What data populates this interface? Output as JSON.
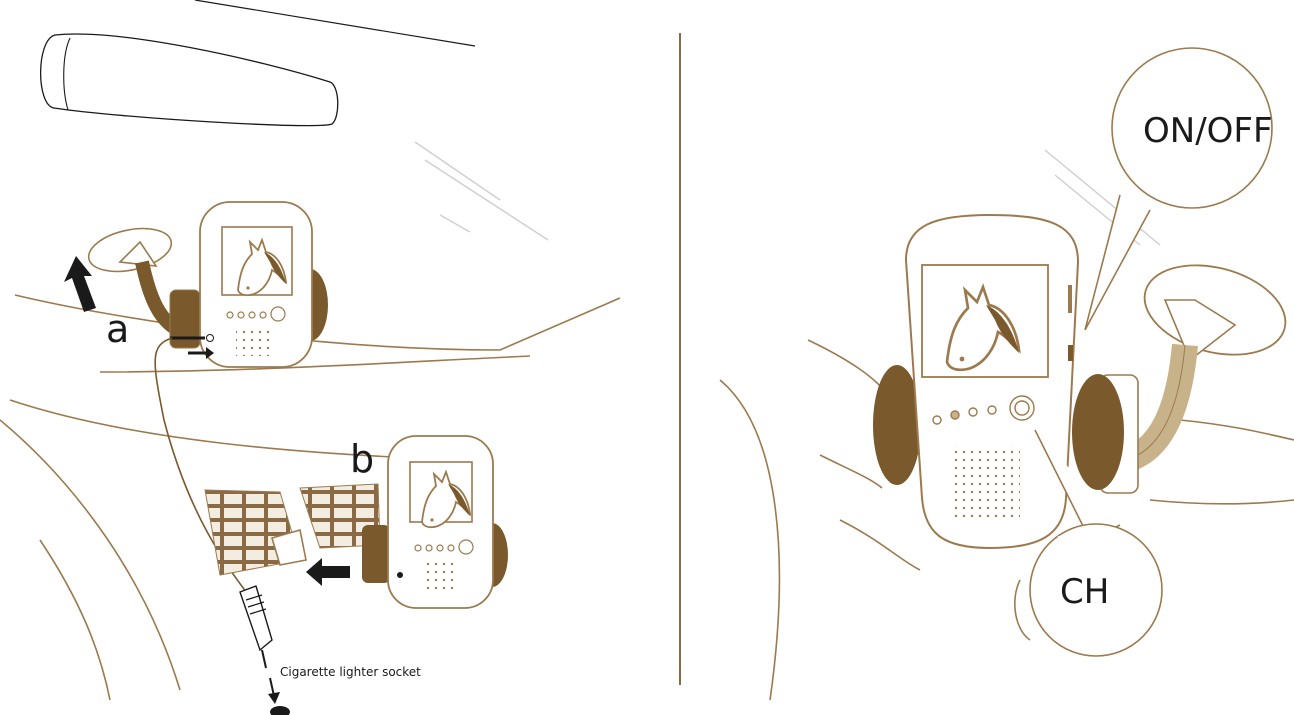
{
  "labels": {
    "a": "a",
    "b": "b",
    "cigarette_lighter": "Cigarette lighter socket",
    "on_off": "ON/OFF",
    "ch": "CH"
  },
  "colors": {
    "outline": "#9c7a4e",
    "pad_dark": "#7a5a2c",
    "arm_tan": "#c8b28a",
    "divider": "#8a6a44",
    "arrow": "#1a1a1a"
  },
  "icons": {
    "horse": "horse-head-icon",
    "suction_cup": "suction-cup-icon",
    "vent_clip": "vent-clip-icon",
    "car_plug": "car-charger-plug-icon"
  }
}
